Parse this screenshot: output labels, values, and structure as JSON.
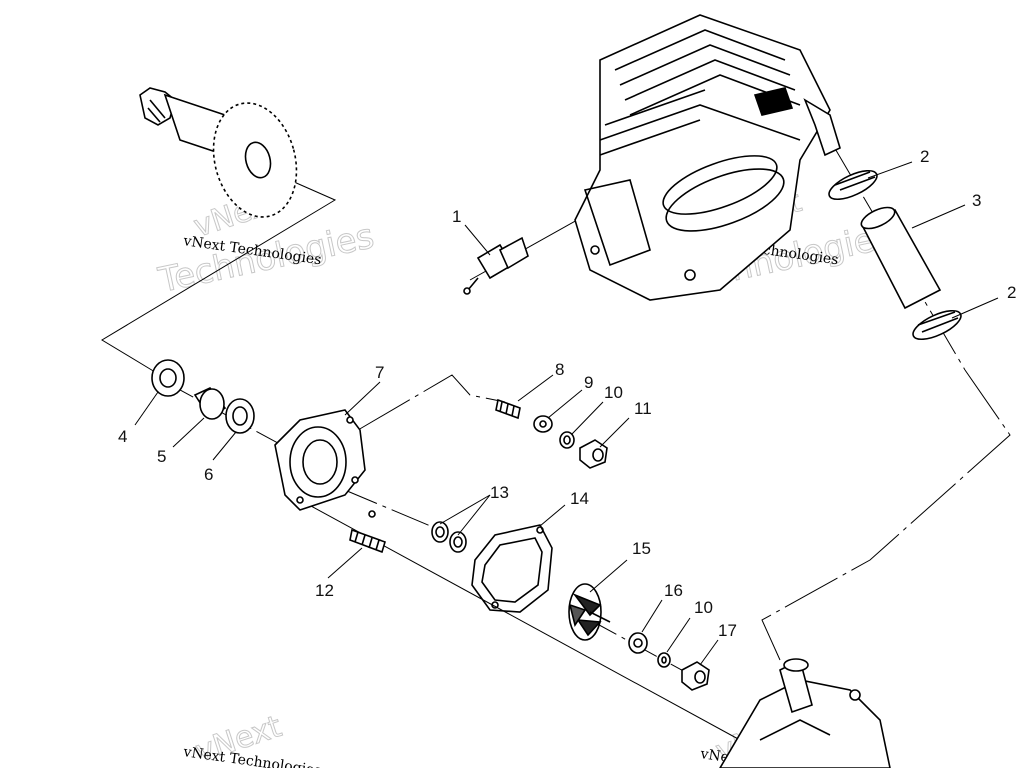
{
  "watermark": {
    "line1": "vNext Technologies",
    "outline1": "vNext",
    "outline2": "Technologies"
  },
  "callouts": [
    "1",
    "2",
    "3",
    "2",
    "4",
    "5",
    "6",
    "7",
    "8",
    "9",
    "10",
    "11",
    "12",
    "13",
    "14",
    "15",
    "16",
    "10",
    "17"
  ]
}
